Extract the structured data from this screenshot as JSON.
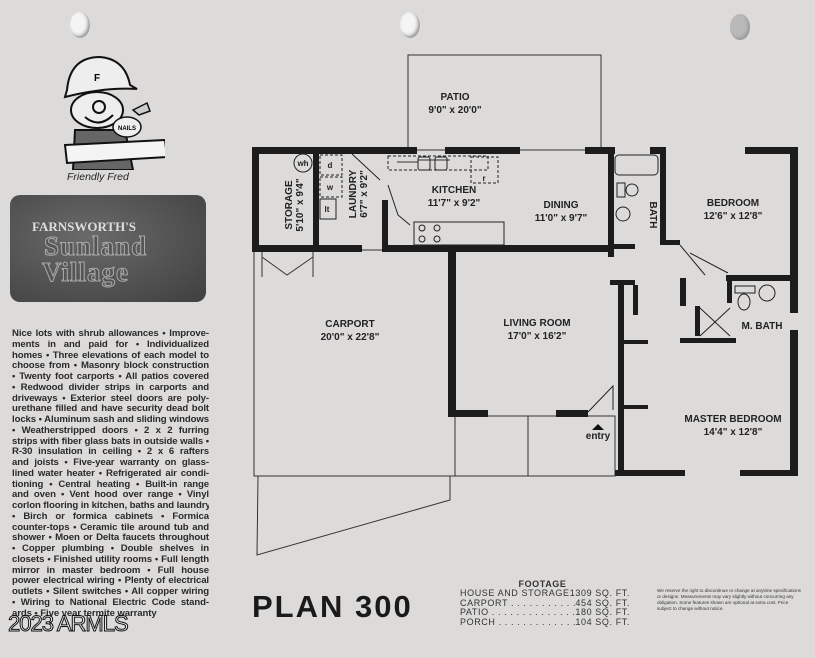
{
  "branding": {
    "mascot_caption": "Friendly Fred",
    "mascot_badge": "F",
    "mascot_bag": "NAILS",
    "logo_line1": "FARNSWORTH'S",
    "logo_line2": "Sunland",
    "logo_line3": "Village"
  },
  "features_lines": [
    "Nice lots with shrub allowances • Improve-",
    "ments in and paid for • Individualized",
    "homes • Three elevations of each model to",
    "choose from • Masonry block construction",
    "• Twenty foot carports • All patios covered",
    "• Redwood divider strips in carports and",
    "driveways • Exterior steel doors are poly-",
    "urethane filled and have security dead bolt",
    "locks • Aluminum sash and sliding windows",
    "• Weatherstripped doors • 2 x 2 furring",
    "strips with fiber glass bats in outside walls •",
    "R-30 insulation in ceiling • 2 x 6 rafters",
    "and joists • Five-year warranty on glass-",
    "lined water heater • Refrigerated air condi-",
    "tioning • Central heating • Built-in range",
    "and oven • Vent hood over range • Vinyl",
    "corlon flooring in kitchen, baths and laundry",
    "• Birch or formica cabinets • Formica",
    "counter-tops • Ceramic tile around tub and",
    "shower • Moen or Delta faucets throughout",
    "• Copper plumbing • Double shelves in",
    "closets • Finished utility rooms • Full length",
    "mirror in master bedroom • Full house",
    "power electrical wiring • Plenty of electrical",
    "outlets • Silent switches • All copper wiring",
    "• Wiring to National Electric Code stand-",
    "ards • Five year termite warranty"
  ],
  "rooms": {
    "patio": {
      "name": "PATIO",
      "size": "9'0\" x 20'0\""
    },
    "storage": {
      "name": "STORAGE",
      "size": "5'10\" x 9'4\""
    },
    "laundry": {
      "name": "LAUNDRY",
      "size": "6'7\" x 9'2\""
    },
    "kitchen": {
      "name": "KITCHEN",
      "size": "11'7\" x 9'2\""
    },
    "dining": {
      "name": "DINING",
      "size": "11'0\" x 9'7\""
    },
    "bath": {
      "name": "BATH"
    },
    "bedroom": {
      "name": "BEDROOM",
      "size": "12'6\" x 12'8\""
    },
    "carport": {
      "name": "CARPORT",
      "size": "20'0\" x 22'8\""
    },
    "living": {
      "name": "LIVING ROOM",
      "size": "17'0\" x 16'2\""
    },
    "mbath": {
      "name": "M. BATH"
    },
    "master": {
      "name": "MASTER BEDROOM",
      "size": "14'4\" x 12'8\""
    }
  },
  "fixtures": {
    "water_heater": "wh",
    "dryer": "d",
    "washer": "w",
    "laundry_tub": "lt",
    "refrigerator": "r"
  },
  "entry_label": "entry",
  "plan_title": "PLAN 300",
  "footage": {
    "heading": "FOOTAGE",
    "rows": [
      {
        "name": "HOUSE AND STORAGE . . . . . . . . . . . . .",
        "value": "1309 SQ. FT."
      },
      {
        "name": "CARPORT . . . . . . . . . . . . . . . . . . .",
        "value": "454 SQ. FT."
      },
      {
        "name": "PATIO . . . . . . . . . . . . . . . . . . . .",
        "value": "180 SQ. FT."
      },
      {
        "name": "PORCH . . . . . . . . . . . . . . . . . . . .",
        "value": "104 SQ. FT."
      }
    ]
  },
  "disclaimer": "We reserve the right to discontinue or change at anytime specifications or designs. Measurements may vary slightly without concurring any obligation. Some features shown are optional at extra cost. Price subject to change without notice.",
  "watermark": "2023 ARMLS"
}
